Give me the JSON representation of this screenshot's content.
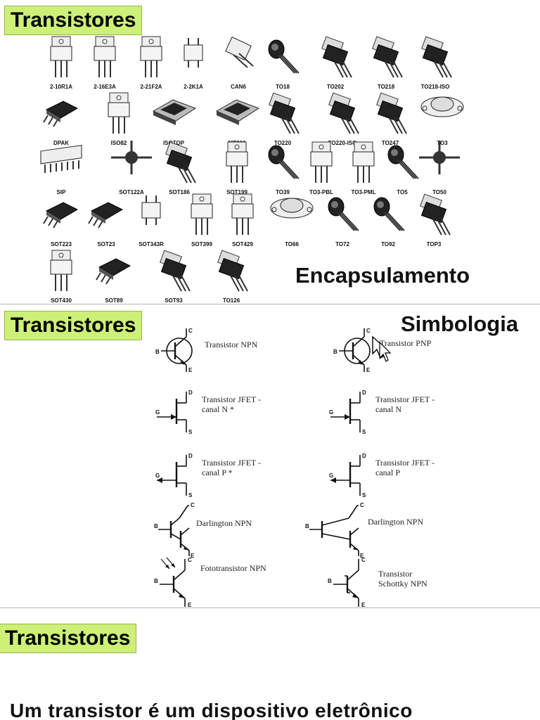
{
  "slide1": {
    "title": "Transistores",
    "heading": "Encapsulamento",
    "packages": [
      {
        "label": "2-10R1A",
        "icon": "to220-icon"
      },
      {
        "label": "2-16E3A",
        "icon": "to220-icon"
      },
      {
        "label": "2-21F2A",
        "icon": "to220-icon"
      },
      {
        "label": "2-2K1A",
        "icon": "smd-icon"
      },
      {
        "label": "CAN6",
        "icon": "can-icon"
      },
      {
        "label": "TO18",
        "icon": "to92-icon"
      },
      {
        "label": "TO202",
        "icon": "tab-icon"
      },
      {
        "label": "TO218",
        "icon": "tab-icon"
      },
      {
        "label": "TO218-ISO",
        "icon": "tab-icon"
      },
      {
        "label": "DPAK",
        "icon": "dpak-icon"
      },
      {
        "label": "ISO82",
        "icon": "to220-icon"
      },
      {
        "label": "ISOTOP",
        "icon": "module-icon"
      },
      {
        "label": "MT200",
        "icon": "module-icon"
      },
      {
        "label": "TO220",
        "icon": "tab-icon"
      },
      {
        "label": "TO220-ISO",
        "icon": "tab-icon"
      },
      {
        "label": "TO247",
        "icon": "tab-icon"
      },
      {
        "label": "TO3",
        "icon": "to3-icon"
      },
      {
        "label": "SIP",
        "icon": "sip-icon"
      },
      {
        "label": "SOT122A",
        "icon": "cross-icon"
      },
      {
        "label": "SOT186",
        "icon": "tab-icon"
      },
      {
        "label": "SOT199",
        "icon": "to220-icon"
      },
      {
        "label": "TO39",
        "icon": "to92-icon"
      },
      {
        "label": "TO3-PBL",
        "icon": "to220-icon"
      },
      {
        "label": "TO3-PML",
        "icon": "to220-icon"
      },
      {
        "label": "TO5",
        "icon": "to92-icon"
      },
      {
        "label": "TO50",
        "icon": "cross-icon"
      },
      {
        "label": "SOT223",
        "icon": "dpak-icon"
      },
      {
        "label": "SOT23",
        "icon": "dpak-icon"
      },
      {
        "label": "SOT343R",
        "icon": "smd-icon"
      },
      {
        "label": "SOT399",
        "icon": "to220-icon"
      },
      {
        "label": "SOT429",
        "icon": "to220-icon"
      },
      {
        "label": "TO66",
        "icon": "to3-icon"
      },
      {
        "label": "TO72",
        "icon": "to92-icon"
      },
      {
        "label": "TO92",
        "icon": "to92-icon"
      },
      {
        "label": "TOP3",
        "icon": "tab-icon"
      },
      {
        "label": "SOT430",
        "icon": "to220-icon"
      },
      {
        "label": "SOT89",
        "icon": "dpak-icon"
      },
      {
        "label": "SOT93",
        "icon": "tab-icon"
      },
      {
        "label": "TO126",
        "icon": "tab-icon"
      }
    ]
  },
  "slide2": {
    "title": "Transistores",
    "heading": "Simbologia",
    "symbols": [
      {
        "type": "npn",
        "label": "Transistor NPN",
        "pins": [
          "B",
          "C",
          "E"
        ]
      },
      {
        "type": "pnp",
        "label": "Transistor PNP",
        "pins": [
          "B",
          "C",
          "E"
        ]
      },
      {
        "type": "jfet-n",
        "label": "Transistor JFET -\ncanal N *",
        "pins": [
          "G",
          "D",
          "S"
        ]
      },
      {
        "type": "jfet-n",
        "label": "Transistor JFET -\ncanal N",
        "pins": [
          "G",
          "D",
          "S"
        ]
      },
      {
        "type": "jfet-p",
        "label": "Transistor JFET -\ncanal P *",
        "pins": [
          "G",
          "D",
          "S"
        ]
      },
      {
        "type": "jfet-p",
        "label": "Transistor JFET -\ncanal P",
        "pins": [
          "G",
          "D",
          "S"
        ]
      },
      {
        "type": "darlington",
        "label": "Darlington NPN",
        "pins": [
          "B",
          "C",
          "E"
        ]
      },
      {
        "type": "darlington2",
        "label": "Darlington NPN",
        "pins": [
          "B",
          "C",
          "E"
        ]
      },
      {
        "type": "photo",
        "label": "Fototransistor NPN",
        "pins": [
          "B",
          "C",
          "E"
        ]
      },
      {
        "type": "schottky",
        "label": "Transistor\nSchottky NPN",
        "pins": [
          "B",
          "C",
          "E"
        ]
      }
    ]
  },
  "slide3": {
    "title": "Transistores",
    "text": "Um transistor é um dispositivo eletrônico"
  }
}
